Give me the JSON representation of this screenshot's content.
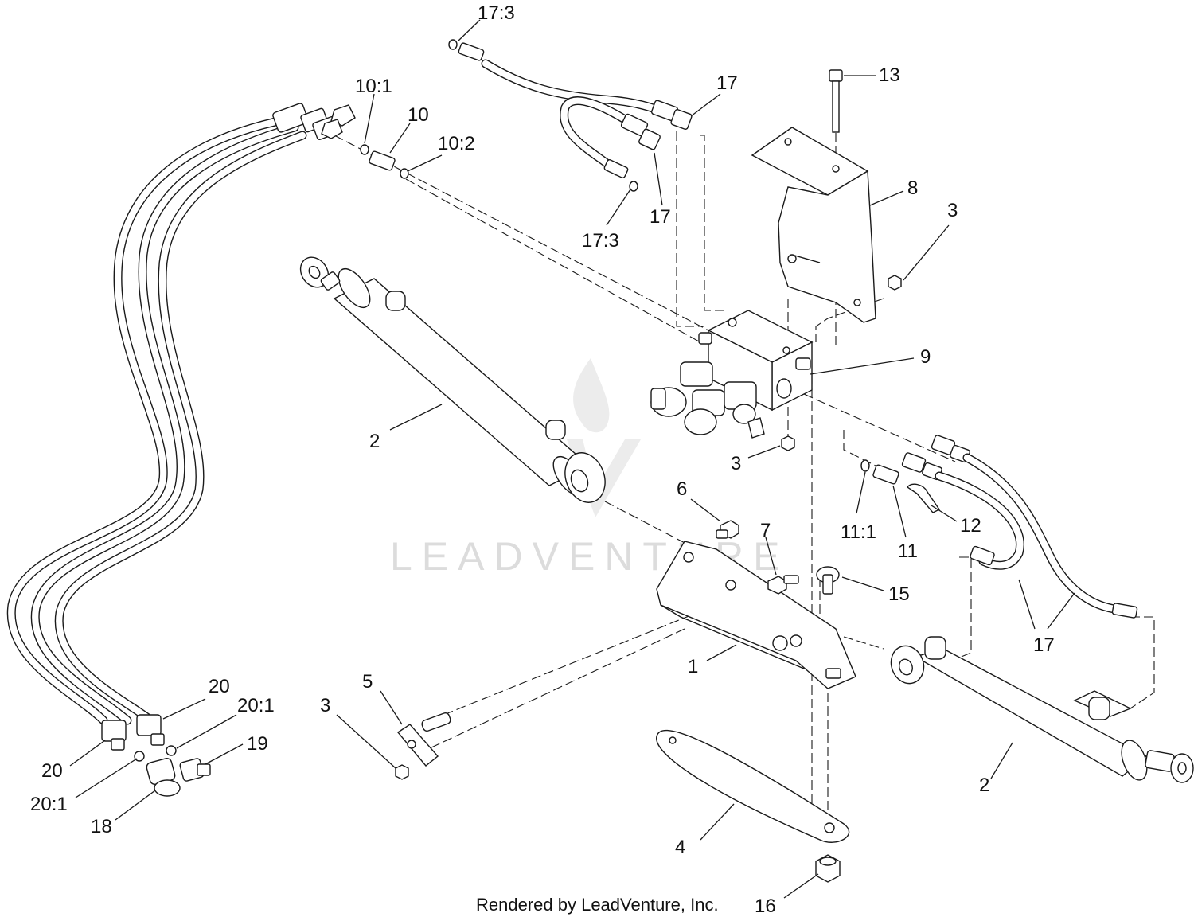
{
  "diagram": {
    "footer": "Rendered by LeadVenture, Inc.",
    "watermark": "LEADVENTURE",
    "callouts": [
      {
        "id": "c-17-3-top",
        "text": "17:3"
      },
      {
        "id": "c-10-1",
        "text": "10:1"
      },
      {
        "id": "c-10",
        "text": "10"
      },
      {
        "id": "c-10-2",
        "text": "10:2"
      },
      {
        "id": "c-17-top",
        "text": "17"
      },
      {
        "id": "c-17-mid",
        "text": "17"
      },
      {
        "id": "c-17-3-mid",
        "text": "17:3"
      },
      {
        "id": "c-13",
        "text": "13"
      },
      {
        "id": "c-8",
        "text": "8"
      },
      {
        "id": "c-3-right",
        "text": "3"
      },
      {
        "id": "c-9",
        "text": "9"
      },
      {
        "id": "c-2-left",
        "text": "2"
      },
      {
        "id": "c-3-mid",
        "text": "3"
      },
      {
        "id": "c-6",
        "text": "6"
      },
      {
        "id": "c-7",
        "text": "7"
      },
      {
        "id": "c-11-1",
        "text": "11:1"
      },
      {
        "id": "c-11",
        "text": "11"
      },
      {
        "id": "c-12",
        "text": "12"
      },
      {
        "id": "c-15",
        "text": "15"
      },
      {
        "id": "c-17-right",
        "text": "17"
      },
      {
        "id": "c-1",
        "text": "1"
      },
      {
        "id": "c-2-right",
        "text": "2"
      },
      {
        "id": "c-5",
        "text": "5"
      },
      {
        "id": "c-3-left",
        "text": "3"
      },
      {
        "id": "c-20-top",
        "text": "20"
      },
      {
        "id": "c-20-1-top",
        "text": "20:1"
      },
      {
        "id": "c-19",
        "text": "19"
      },
      {
        "id": "c-20-left",
        "text": "20"
      },
      {
        "id": "c-20-1-left",
        "text": "20:1"
      },
      {
        "id": "c-18",
        "text": "18"
      },
      {
        "id": "c-4",
        "text": "4"
      },
      {
        "id": "c-16",
        "text": "16"
      }
    ]
  }
}
